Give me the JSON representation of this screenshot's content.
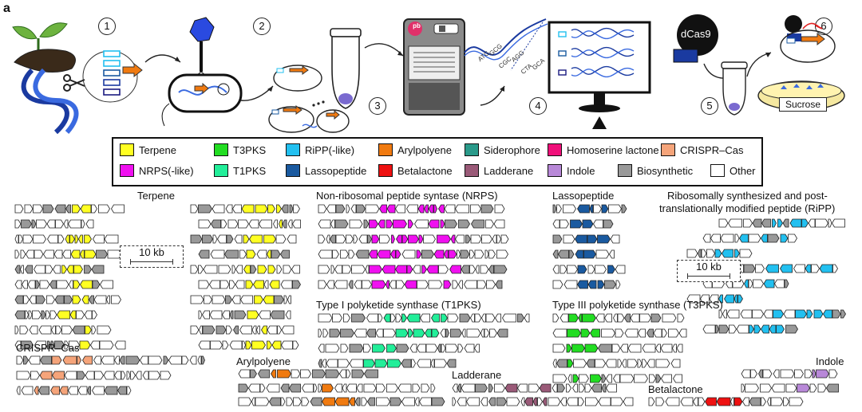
{
  "panel_label": "a",
  "workflow": {
    "steps": [
      "1",
      "2",
      "3",
      "4",
      "5",
      "6"
    ],
    "sequencer_logo": "pb",
    "read_bases": [
      "ATG",
      "GCG",
      "CGC",
      "AGG",
      "CTA",
      "GCA"
    ],
    "dcas9_label": "dCas9",
    "sucrose_label": "Sucrose"
  },
  "legend": [
    {
      "label": "Terpene",
      "color": "#ffff22"
    },
    {
      "label": "T3PKS",
      "color": "#22dd22"
    },
    {
      "label": "RiPP(-like)",
      "color": "#22c0f0"
    },
    {
      "label": "Arylpolyene",
      "color": "#f07a10"
    },
    {
      "label": "Siderophore",
      "color": "#2a9a8a"
    },
    {
      "label": "Homoserine lactone",
      "color": "#f0107a"
    },
    {
      "label": "CRISPR–Cas",
      "color": "#f5a47a"
    },
    {
      "label": "NRPS(-like)",
      "color": "#f010f0"
    },
    {
      "label": "T1PKS",
      "color": "#22ee99"
    },
    {
      "label": "Lassopeptide",
      "color": "#1a5aa0"
    },
    {
      "label": "Betalactone",
      "color": "#ee1111"
    },
    {
      "label": "Ladderane",
      "color": "#9a5a78"
    },
    {
      "label": "Indole",
      "color": "#b888d8"
    },
    {
      "label": "Biosynthetic",
      "color": "#999999"
    },
    {
      "label": "Other",
      "color": "#ffffff"
    }
  ],
  "sections": {
    "terpene": "Terpene",
    "nrps": "Non-ribosomal peptide syntase (NRPS)",
    "lasso": "Lassopeptide",
    "ripp_line1": "Ribosomally synthesized and post-",
    "ripp_line2": "translationally modified peptide (RiPP)",
    "t1pks": "Type I polyketide synthase (T1PKS)",
    "t3pks": "Type III polyketide synthase (T3PKS)",
    "crispr": "CRISPR–Cas",
    "arylpolyene": "Arylpolyene",
    "ladderane": "Ladderane",
    "indole": "Indole",
    "betalactone": "Betalactone"
  },
  "scale_label": "10 kb"
}
